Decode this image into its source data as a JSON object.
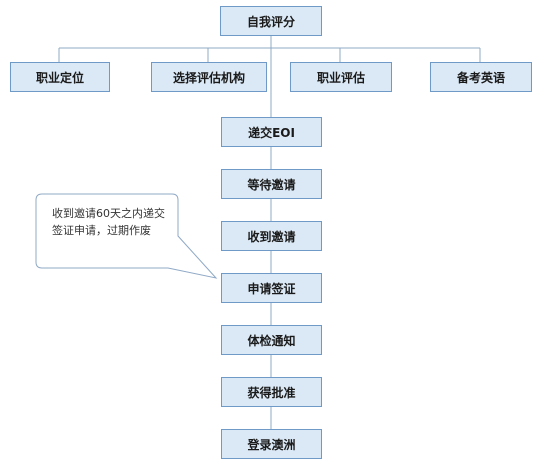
{
  "top_node": "自我评分",
  "branch_nodes": [
    "职业定位",
    "选择评估机构",
    "职业评估",
    "备考英语"
  ],
  "chain_nodes": [
    "递交EOI",
    "等待邀请",
    "收到邀请",
    "申请签证",
    "体检通知",
    "获得批准",
    "登录澳洲"
  ],
  "note": "收到邀请60天之内递交签证申请，过期作废"
}
